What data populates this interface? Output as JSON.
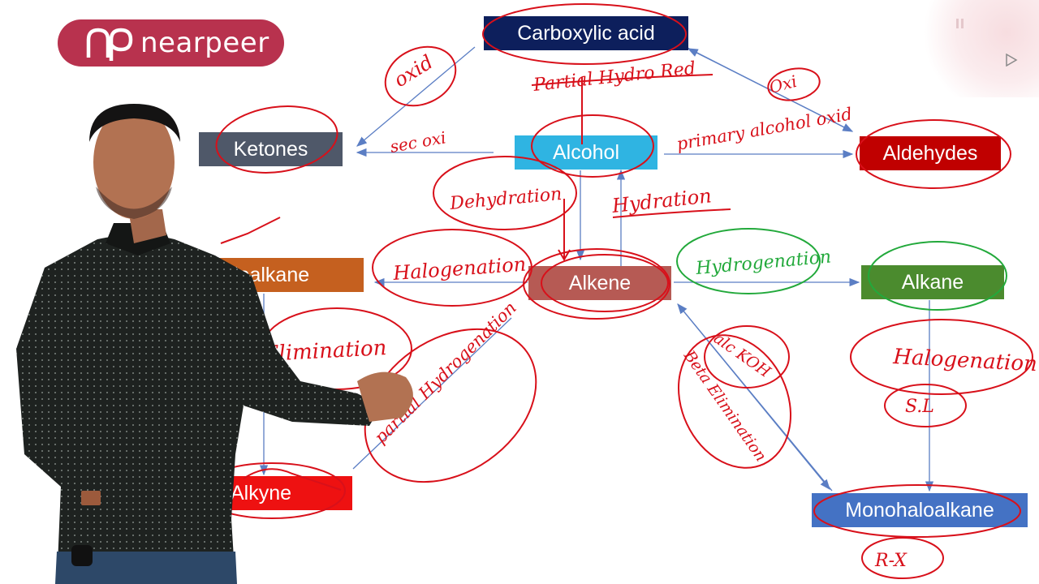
{
  "brand": {
    "name": "nearpeer"
  },
  "nodes": {
    "carboxylic_acid": "Carboxylic acid",
    "ketones": "Ketones",
    "alcohol": "Alcohol",
    "aldehydes": "Aldehydes",
    "haloalkane": "loalkane",
    "alkene": "Alkene",
    "alkane": "Alkane",
    "alkyne": "Alkyne",
    "monohaloalkane": "Monohaloalkane"
  },
  "annotations": {
    "oxid_left": "oxid",
    "partial_hydro_red": "Partial Hydro Red",
    "oxi_right": "Oxi",
    "sec_oxi": "sec oxi",
    "primary_alcohol_oxid": "primary alcohol oxid",
    "dehydration": "Dehydration",
    "hydration": "Hydration",
    "halogenation_left": "Halogenation",
    "hydrogenation": "Hydrogenation",
    "elimination": "Elimination",
    "partial_hydrogenation": "partial Hydrogenation",
    "alc_koh": "alc KOH",
    "beta_elimination": "Beta Elimination",
    "halogenation_right": "Halogenation",
    "sl": "S.L",
    "rx": "R-X"
  },
  "colors": {
    "brand": "#b8324e",
    "carboxylic_acid": "#0d1f5c",
    "ketones": "#4f5869",
    "alcohol": "#2fb4e2",
    "aldehydes": "#c00000",
    "haloalkane": "#c5601f",
    "alkene": "#b65a54",
    "alkane": "#4b8b2e",
    "alkyne": "#ee1111",
    "monohaloalkane": "#4472c4",
    "ink_red": "#d8101a",
    "ink_green": "#22a93b",
    "arrow": "#5b7ec4"
  }
}
